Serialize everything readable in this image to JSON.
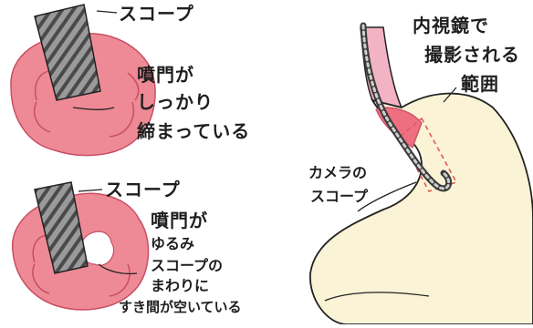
{
  "top_panel": {
    "scope_label": "スコープ",
    "note_lines": [
      "噴門が",
      "しっかり",
      "締まっている"
    ]
  },
  "bottom_panel": {
    "scope_label": "スコープ",
    "note_lines": [
      "噴門が",
      "ゆるみ",
      "スコープの",
      "まわりに",
      "すき間が空いている"
    ]
  },
  "right_panel": {
    "title_lines": [
      "内視鏡で",
      "撮影される",
      "範囲"
    ],
    "camera_label_lines": [
      "カメラの",
      "スコープ"
    ]
  },
  "colors": {
    "sphincter_pink": "#ee8a95",
    "sphincter_dark": "#c84e63",
    "scope_gray": "#8a8a8a",
    "stomach_cream": "#fbf3d6",
    "esophagus_pink": "#f2b3c4",
    "view_range_red": "#e05a5a",
    "ink": "#1e1e1e"
  }
}
